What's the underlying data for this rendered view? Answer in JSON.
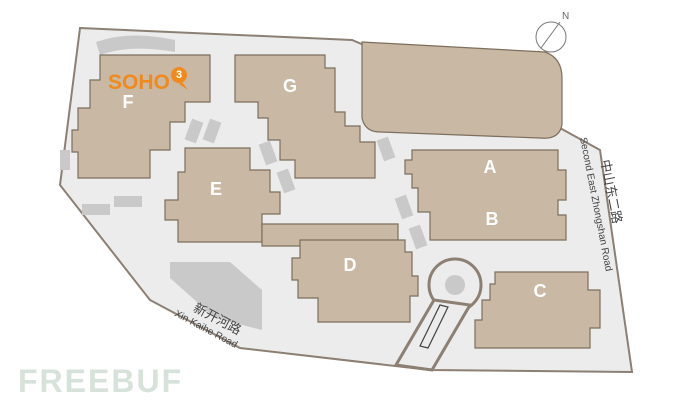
{
  "logo": {
    "brand": "SOHO",
    "superscript": "3"
  },
  "compass": {
    "north_label": "N"
  },
  "buildings": [
    {
      "id": "F",
      "label": "F"
    },
    {
      "id": "G",
      "label": "G"
    },
    {
      "id": "E",
      "label": "E"
    },
    {
      "id": "A",
      "label": "A"
    },
    {
      "id": "B",
      "label": "B"
    },
    {
      "id": "D",
      "label": "D"
    },
    {
      "id": "C",
      "label": "C"
    }
  ],
  "roads": {
    "east": {
      "name_cn": "中山东二路",
      "name_en": "Second East Zhongshan Road"
    },
    "south": {
      "name_cn": "新开河路",
      "name_en": "Xin Kaihe Road"
    }
  },
  "watermark": {
    "text": "FREEBUF"
  },
  "colors": {
    "building_fill": "#c9b8a3",
    "building_outline": "#7d6e5e",
    "site_ground": "#ececec",
    "paths": "#c9c9c9",
    "logo_orange": "#f08a1c",
    "watermark": "#d7e3da"
  }
}
